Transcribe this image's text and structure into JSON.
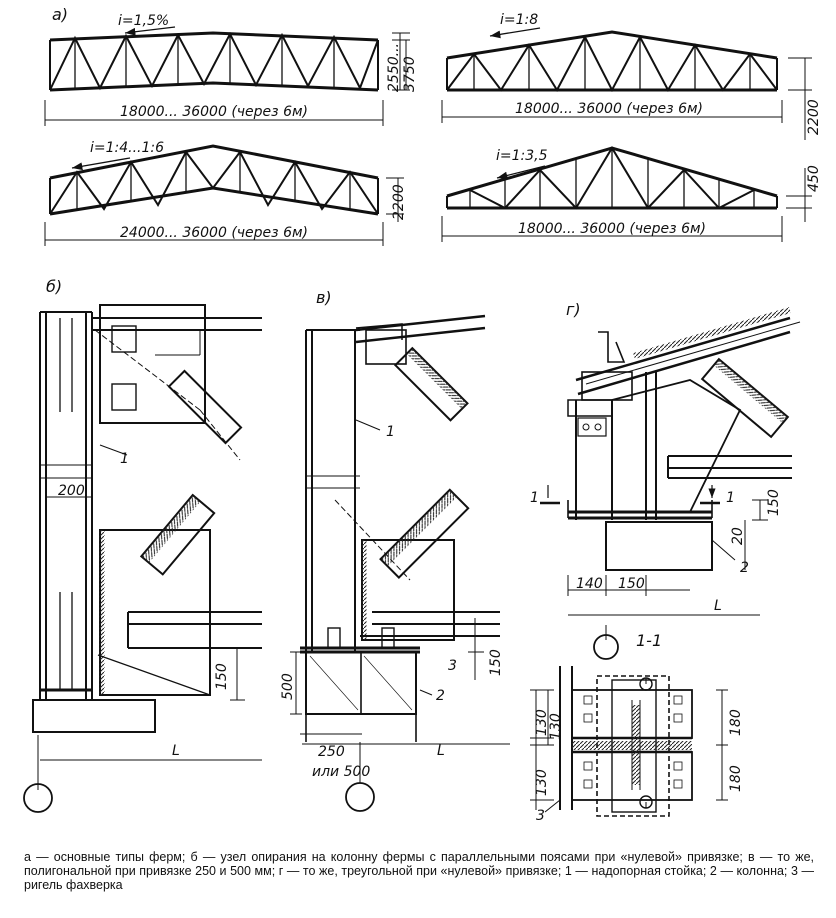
{
  "panels": {
    "a": {
      "label": "а)",
      "truss1": {
        "slope": "i=1,5%",
        "span": "18000... 36000 (через 6м)",
        "height_inner": "2550...",
        "height_outer": "3750"
      },
      "truss2": {
        "slope": "i=1:8",
        "span": "18000... 36000 (через 6м)",
        "height": "2200"
      },
      "truss3": {
        "slope": "i=1:4...1:6",
        "span": "24000... 36000 (через 6м)",
        "height": "2200"
      },
      "truss4": {
        "slope": "i=1:3,5",
        "span": "18000... 36000 (через 6м)",
        "height": "450"
      }
    },
    "b": {
      "label": "б)",
      "dim_width": "200",
      "dim_height": "150",
      "span": "L",
      "callout_1": "1"
    },
    "v": {
      "label": "в)",
      "dim_250": "250",
      "dim_500": "или 500",
      "dim_500_v": "500",
      "dim_150": "150",
      "span": "L",
      "callout_1": "1",
      "callout_2": "2",
      "callout_3": "3"
    },
    "g": {
      "label": "г)",
      "dim_140": "140",
      "dim_150": "150",
      "dim_150_v": "150",
      "dim_20": "20",
      "span": "L",
      "callout_2": "2",
      "section_mark": "1",
      "section_mark_right": "1"
    },
    "section": {
      "label": "1-1",
      "dim_130_a": "130",
      "dim_130_b": "130",
      "dim_130_c": "130",
      "dim_180_a": "180",
      "dim_180_b": "180",
      "callout_3": "3"
    }
  },
  "caption": "а — основные типы ферм; б — узел опирания на колонну фермы с параллельными поясами при «нулевой» привязке; в — то же, полигональной при привязке 250 и 500 мм; г — то же, треугольной при «нулевой» привязке; 1 — надопорная стойка; 2 — колонна; 3 — ригель фахверка"
}
